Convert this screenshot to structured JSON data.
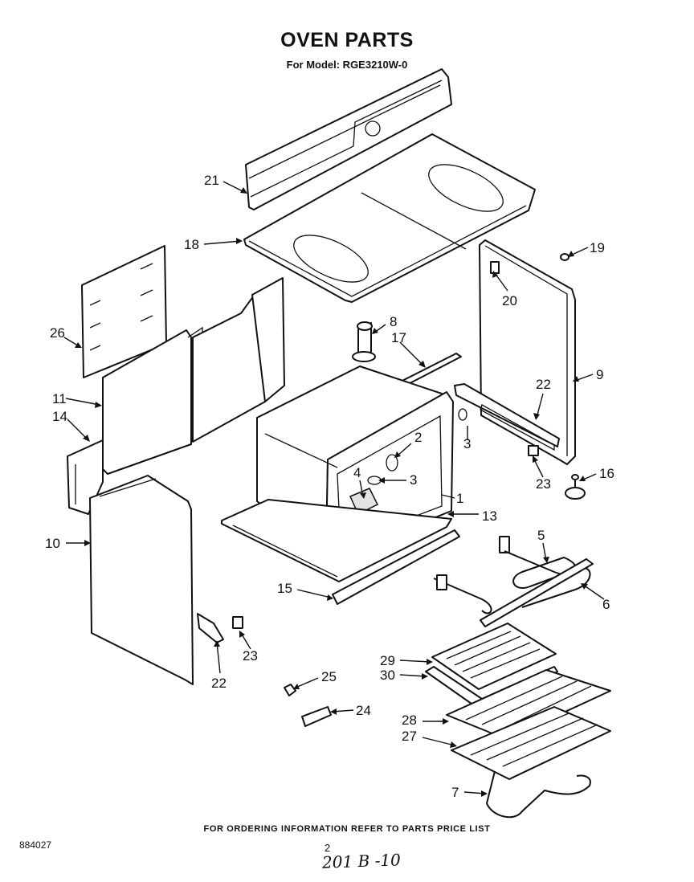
{
  "header": {
    "title": "OVEN PARTS",
    "subtitle": "For Model: RGE3210W-0"
  },
  "callouts": [
    {
      "id": "c21",
      "text": "21"
    },
    {
      "id": "c18",
      "text": "18"
    },
    {
      "id": "c19",
      "text": "19"
    },
    {
      "id": "c20",
      "text": "20"
    },
    {
      "id": "c26",
      "text": "26"
    },
    {
      "id": "c8",
      "text": "8"
    },
    {
      "id": "c17",
      "text": "17"
    },
    {
      "id": "c9",
      "text": "9"
    },
    {
      "id": "c11",
      "text": "11"
    },
    {
      "id": "c14",
      "text": "14"
    },
    {
      "id": "c22a",
      "text": "22"
    },
    {
      "id": "c2",
      "text": "2"
    },
    {
      "id": "c3a",
      "text": "3"
    },
    {
      "id": "c4",
      "text": "4"
    },
    {
      "id": "c3b",
      "text": "3"
    },
    {
      "id": "c16",
      "text": "16"
    },
    {
      "id": "c23a",
      "text": "23"
    },
    {
      "id": "c1",
      "text": "1"
    },
    {
      "id": "c10",
      "text": "10"
    },
    {
      "id": "c13",
      "text": "13"
    },
    {
      "id": "c5",
      "text": "5"
    },
    {
      "id": "c15",
      "text": "15"
    },
    {
      "id": "c6",
      "text": "6"
    },
    {
      "id": "c23b",
      "text": "23"
    },
    {
      "id": "c22b",
      "text": "22"
    },
    {
      "id": "c25",
      "text": "25"
    },
    {
      "id": "c29",
      "text": "29"
    },
    {
      "id": "c30",
      "text": "30"
    },
    {
      "id": "c24",
      "text": "24"
    },
    {
      "id": "c28",
      "text": "28"
    },
    {
      "id": "c27",
      "text": "27"
    },
    {
      "id": "c7",
      "text": "7"
    }
  ],
  "footer": {
    "note": "FOR ORDERING INFORMATION REFER TO PARTS PRICE LIST",
    "doc_number": "884027",
    "page_number": "2",
    "handwritten": "201 B -10"
  }
}
